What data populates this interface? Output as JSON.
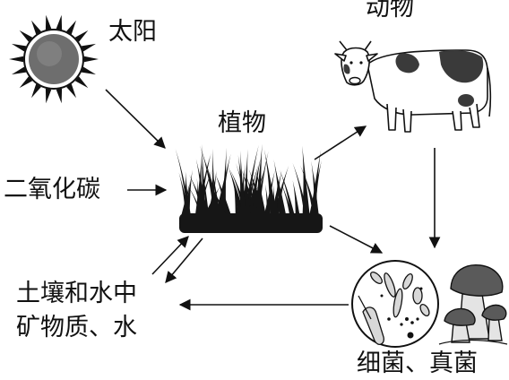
{
  "nodes": {
    "sun": "太阳",
    "animal": "动物",
    "plant": "植物",
    "co2": "二氧化碳",
    "soil": [
      "土壤和水中",
      "矿物质、水"
    ],
    "decomposer": "细菌、真菌"
  },
  "colors": {
    "ink": "#111111",
    "sun_fill": "#6e6e6e",
    "grass": "#161616",
    "cow_patch": "#3a3a3a",
    "mushroom_cap": "#5a5a5a",
    "mushroom_stem": "#e4e4e4"
  },
  "edges": [
    {
      "from": "sun",
      "to": "plant"
    },
    {
      "from": "co2",
      "to": "plant"
    },
    {
      "from": "soil",
      "to": "plant"
    },
    {
      "from": "plant",
      "to": "soil"
    },
    {
      "from": "plant",
      "to": "animal"
    },
    {
      "from": "plant",
      "to": "decomposer"
    },
    {
      "from": "animal",
      "to": "decomposer"
    },
    {
      "from": "decomposer",
      "to": "soil"
    }
  ],
  "icons": {
    "sun": "sun-icon",
    "animal": "cow-icon",
    "plant": "grass-icon",
    "decomposer_bacteria": "bacteria-icon",
    "decomposer_fungi": "mushroom-icon"
  }
}
